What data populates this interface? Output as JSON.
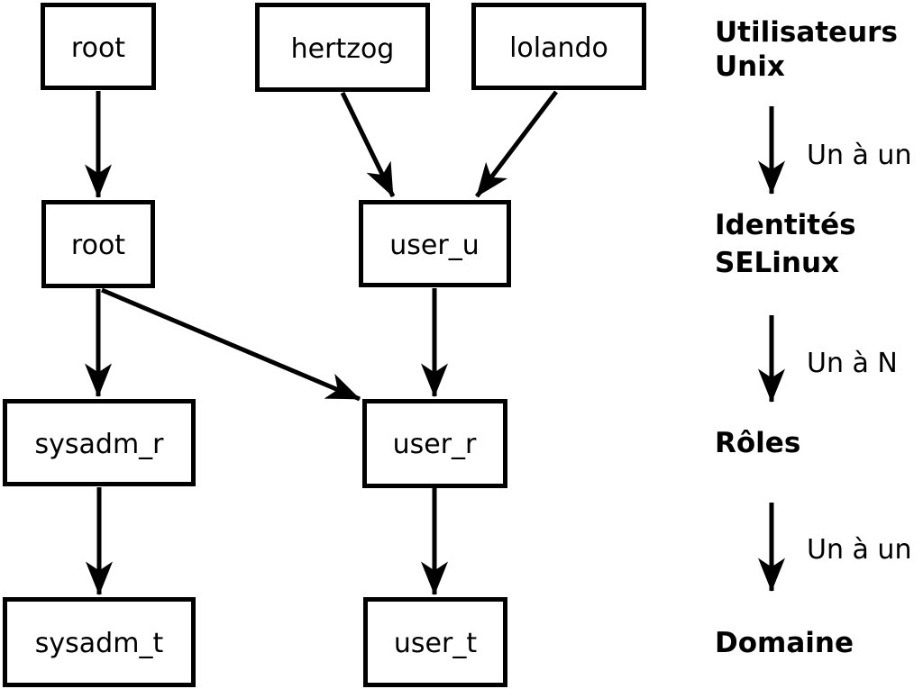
{
  "colors": {
    "background": "#ffffff",
    "ink": "#000000"
  },
  "diagram": {
    "nodes": {
      "unix_root": {
        "label": "root"
      },
      "unix_hertzog": {
        "label": "hertzog"
      },
      "unix_lolando": {
        "label": "lolando"
      },
      "identity_root": {
        "label": "root"
      },
      "identity_user_u": {
        "label": "user_u"
      },
      "role_sysadm_r": {
        "label": "sysadm_r"
      },
      "role_user_r": {
        "label": "user_r"
      },
      "domain_sysadm_t": {
        "label": "sysadm_t"
      },
      "domain_user_t": {
        "label": "user_t"
      }
    },
    "edges": [
      {
        "from": "unix_root",
        "to": "identity_root"
      },
      {
        "from": "unix_hertzog",
        "to": "identity_user_u"
      },
      {
        "from": "unix_lolando",
        "to": "identity_user_u"
      },
      {
        "from": "identity_root",
        "to": "role_sysadm_r"
      },
      {
        "from": "identity_root",
        "to": "role_user_r"
      },
      {
        "from": "identity_user_u",
        "to": "role_user_r"
      },
      {
        "from": "role_sysadm_r",
        "to": "domain_sysadm_t"
      },
      {
        "from": "role_user_r",
        "to": "domain_user_t"
      }
    ],
    "legend": {
      "users_line1": "Utilisateurs",
      "users_line2": "Unix",
      "rel_users_identities": "Un à un",
      "identities_line1": "Identités",
      "identities_line2": "SELinux",
      "rel_identities_roles": "Un à N",
      "roles": "Rôles",
      "rel_roles_domains": "Un à un",
      "domain": "Domaine"
    }
  }
}
